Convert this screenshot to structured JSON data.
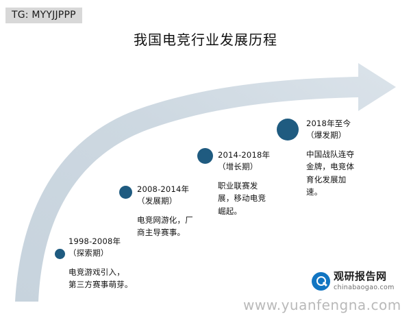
{
  "badge": {
    "text": "TG: MYYJJPPP"
  },
  "header": {
    "title": "我国电竞行业发展历程"
  },
  "chart_data": {
    "type": "timeline",
    "title": "我国电竞行业发展历程",
    "stages": [
      {
        "period": "1998-2008年",
        "phase": "（探索期）",
        "description_lines": [
          "电竞游戏引入，",
          "第三方赛事萌芽。"
        ]
      },
      {
        "period": "2008-2014年",
        "phase": "（发展期）",
        "description_lines": [
          "电竞网游化，厂",
          "商主导赛事。"
        ]
      },
      {
        "period": "2014-2018年",
        "phase": "（增长期）",
        "description_lines": [
          "职业联赛发",
          "展，移动电竞",
          "崛起。"
        ]
      },
      {
        "period": "2018年至今",
        "phase": "（爆发期）",
        "description_lines": [
          "中国战队连夺",
          "金牌，电竞体",
          "育化发展加",
          "速。"
        ]
      }
    ]
  },
  "watermarks": {
    "site": "www.yuanfengna.com",
    "logo_cn": "观研报告网",
    "logo_en": "chinabaogao.com"
  },
  "colors": {
    "arrow": "#ccd7e0",
    "dot": "#1f5b80",
    "badge_bg": "#d8d8d8",
    "logo_blue": "#1175c2"
  }
}
